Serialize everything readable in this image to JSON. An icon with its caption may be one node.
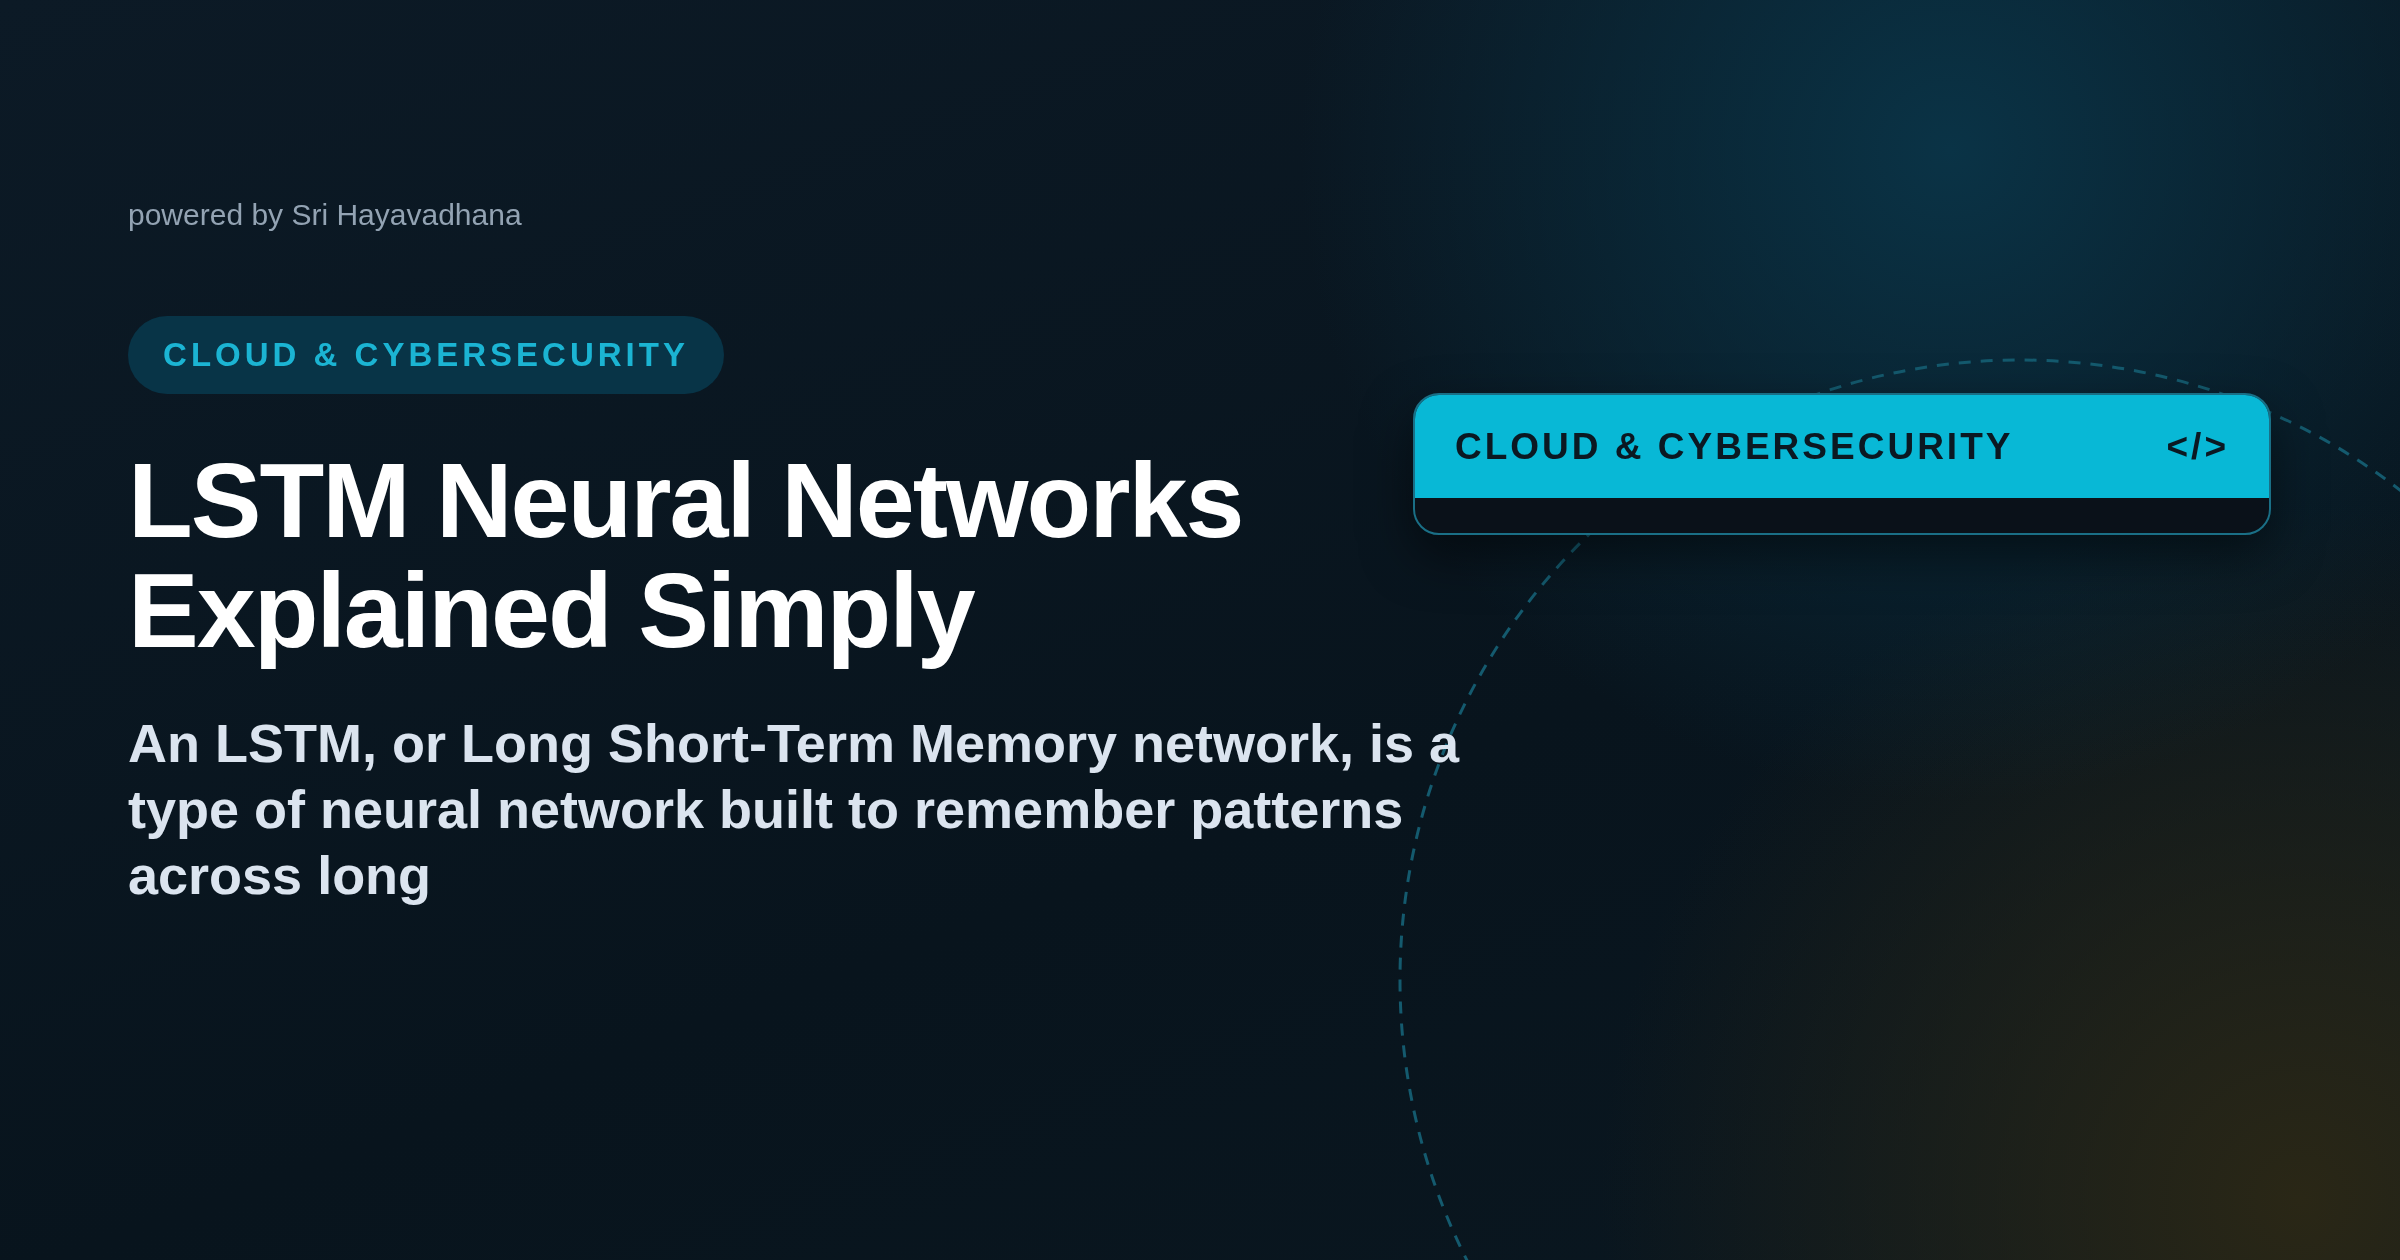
{
  "diagram": {
    "title": "LSTM Neural Networks Explained Simply",
    "nodes": [
      {
        "text": [
          "CLOUD & CYBERSECURITY"
        ]
      },
      {
        "text": [
          "CLOUD & CYBERSECURITY",
          "</>"
        ]
      }
    ],
    "labels": [
      "powered by Sri Hayavadhana",
      "An LSTM, or Long Short-Term Memory network, is a type of neural network built to remember patterns across long"
    ]
  }
}
